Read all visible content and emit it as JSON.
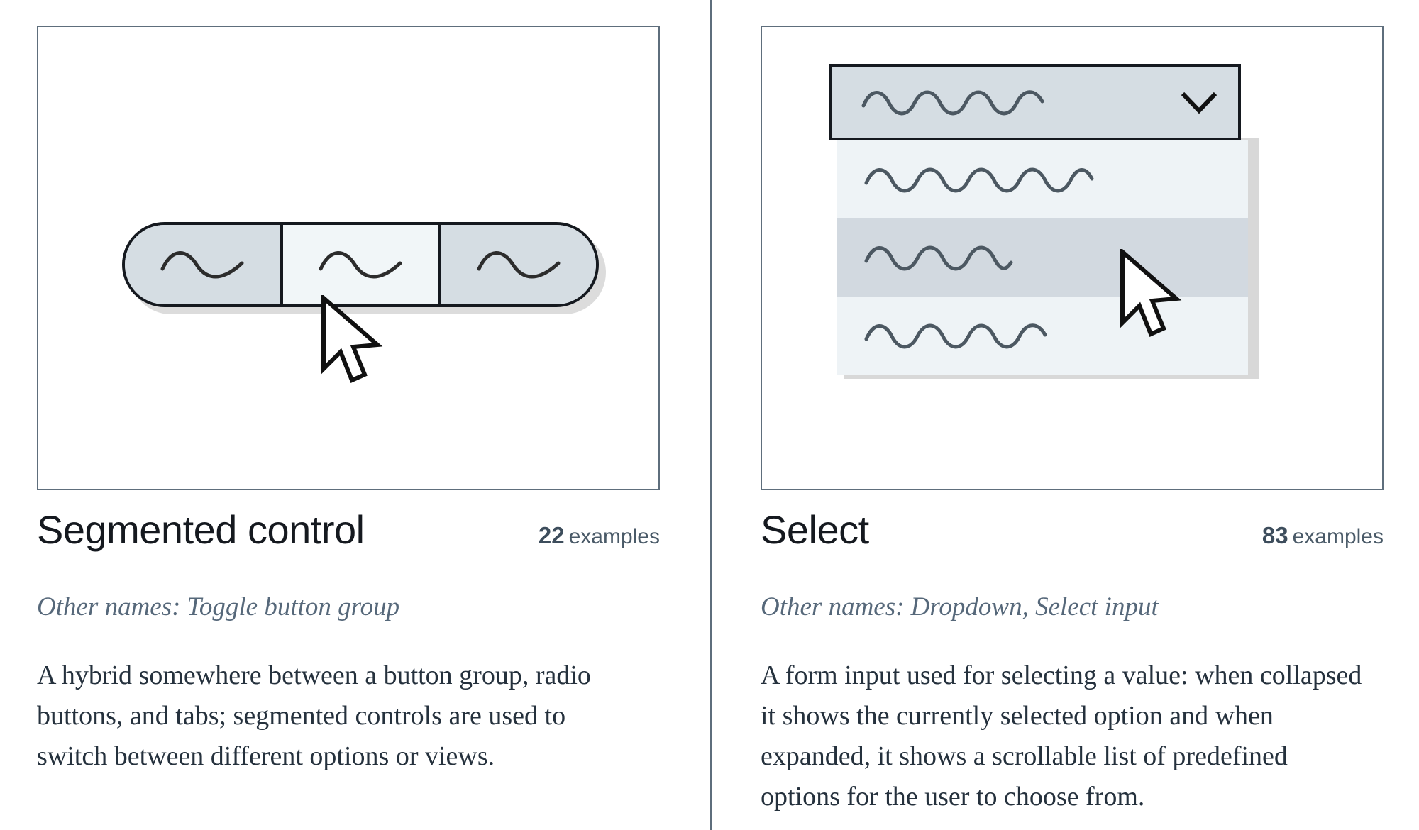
{
  "colors": {
    "card_border": "#5e6e7c",
    "divider": "#5e6e7c",
    "ink": "#15191f",
    "muted_slate": "#56687a",
    "count_slate": "#3d4d5c",
    "body_text": "#25313d",
    "control_fill": "#d5dde3",
    "control_selected_fill": "#f1f6f8",
    "list_row_fill": "#eef3f6",
    "list_row_highlight": "#d2d9e0",
    "shadow": "#d8d8d8"
  },
  "cards": [
    {
      "id": "segmented-control",
      "illustration": {
        "type": "segmented-control",
        "segments": [
          {
            "label_glyph": "squiggle",
            "selected": false
          },
          {
            "label_glyph": "squiggle",
            "selected": true
          },
          {
            "label_glyph": "squiggle",
            "selected": false
          }
        ],
        "cursor": "arrow-pointer"
      },
      "title": "Segmented control",
      "examples": {
        "count": "22",
        "label": "examples"
      },
      "other_names_line": "Other names: Toggle button group",
      "other_names": [
        "Toggle button group"
      ],
      "description": "A hybrid somewhere between a button group, radio buttons, and tabs; segmented controls are used to switch between different options or views."
    },
    {
      "id": "select",
      "illustration": {
        "type": "select",
        "closed_box": {
          "value_glyph": "squiggle",
          "chevron": "chevron-down-icon"
        },
        "options": [
          {
            "value_glyph": "squiggle",
            "highlighted": false,
            "length": "long"
          },
          {
            "value_glyph": "squiggle",
            "highlighted": true,
            "length": "short"
          },
          {
            "value_glyph": "squiggle",
            "highlighted": false,
            "length": "mid"
          }
        ],
        "cursor": "arrow-pointer"
      },
      "title": "Select",
      "examples": {
        "count": "83",
        "label": "examples"
      },
      "other_names_line": "Other names: Dropdown, Select input",
      "other_names": [
        "Dropdown",
        "Select input"
      ],
      "description": "A form input used for selecting a value: when collapsed it shows the currently selected option and when expanded, it shows a scrollable list of predefined options for the user to choose from."
    }
  ]
}
